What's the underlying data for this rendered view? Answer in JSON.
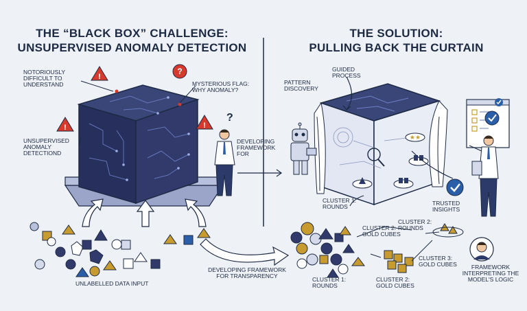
{
  "left": {
    "title_line1": "The “Black Box” Challenge:",
    "title_line2": "Unsupervised Anomaly Detection",
    "label_difficult": "Notoriously difficult to understand",
    "label_flag": "Mysterious flag: why anomaly?",
    "label_unsupervised": "Unsupervised anomaly detectiond",
    "label_developing": "Developing framework for",
    "label_input": "Unlabelled data input"
  },
  "right": {
    "title_line1": "The Solution:",
    "title_line2": "Pulling Back The Curtain",
    "label_guided": "Guided process",
    "label_pattern": "Pattern discovery",
    "label_cluster1_top": "Cluster 1: rounds",
    "label_cluster2_top": "Cluster 2: gold cubes",
    "label_cluster2_mid": "Cluster 2: rounds",
    "label_cluster3": "Cluster 3: gold cubes",
    "label_trusted": "Trusted insights",
    "label_framework_bottom": "Developing framework for transparency",
    "label_cluster1_bottom": "Cluster 1: rounds",
    "label_cluster2_bottom": "Cluster 2: gold cubes",
    "label_framework_logic": "Framework interpreting the model's logic"
  },
  "colors": {
    "navy": "#26305a",
    "gold": "#c89b2e",
    "alert_red": "#d73a2c",
    "check_blue": "#2b5ea8"
  }
}
